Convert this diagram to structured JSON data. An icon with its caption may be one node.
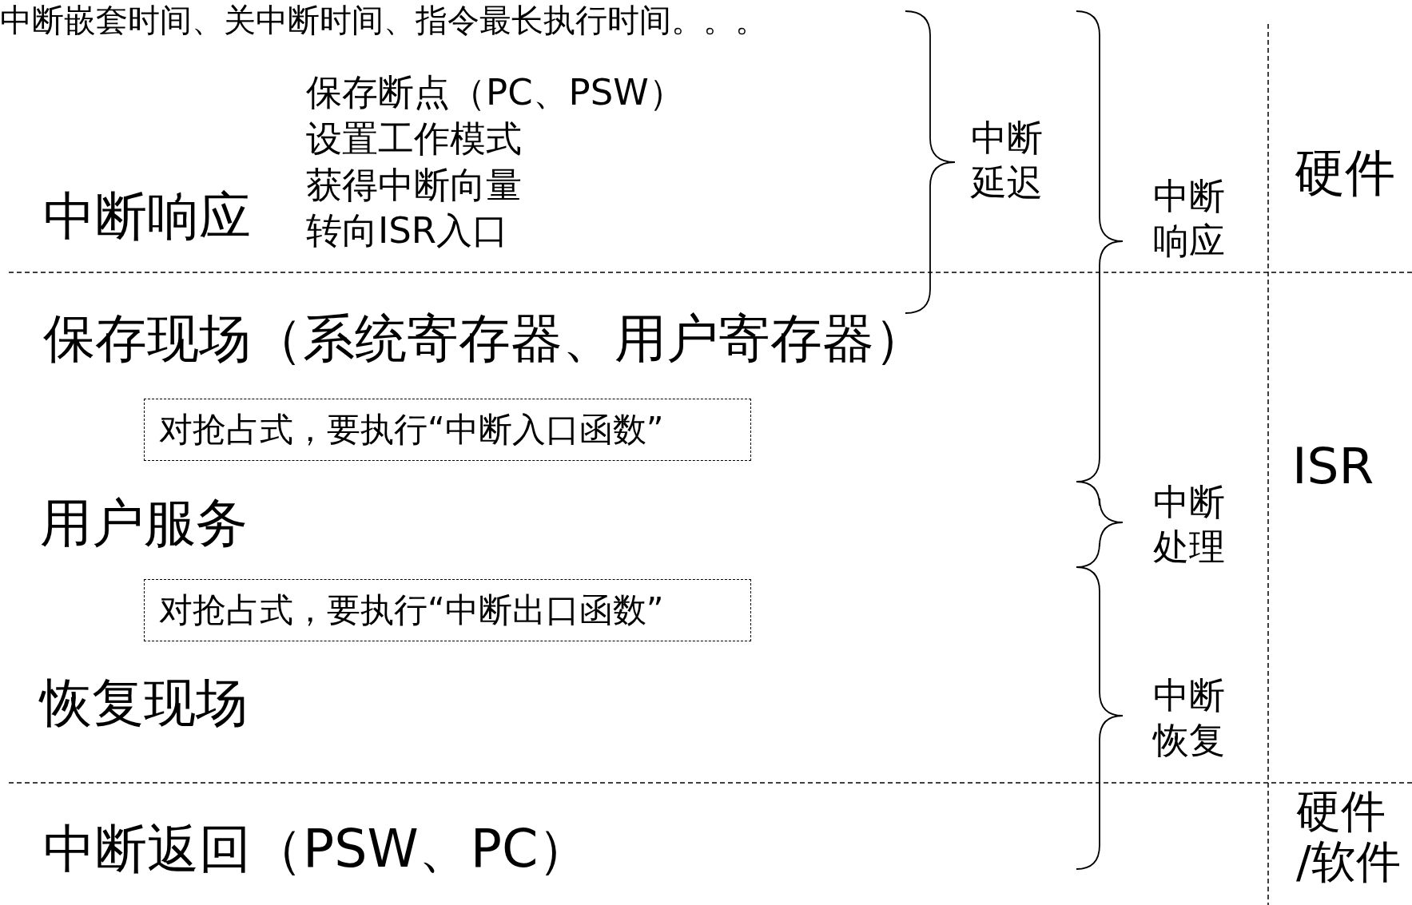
{
  "diagram": {
    "nodes": [
      {
        "text": [
          "对抢占式，要执行“中断入口函数”"
        ]
      },
      {
        "text": [
          "对抢占式，要执行“中断出口函数”"
        ]
      }
    ],
    "edges": [],
    "labels": [
      "中断嵌套时间、关中断时间、指令最长执行时间。。。",
      "保存断点（PC、PSW）",
      "设置工作模式",
      "获得中断向量",
      "转向ISR入口",
      "中断延迟",
      "硬件",
      "中断响应",
      "中断响应",
      "保存现场（系统寄存器、用户寄存器）",
      "ISR",
      "用户服务",
      "中断处理",
      "恢复现场",
      "中断恢复",
      "中断返回（PSW、PC）",
      "硬件/软件"
    ]
  }
}
